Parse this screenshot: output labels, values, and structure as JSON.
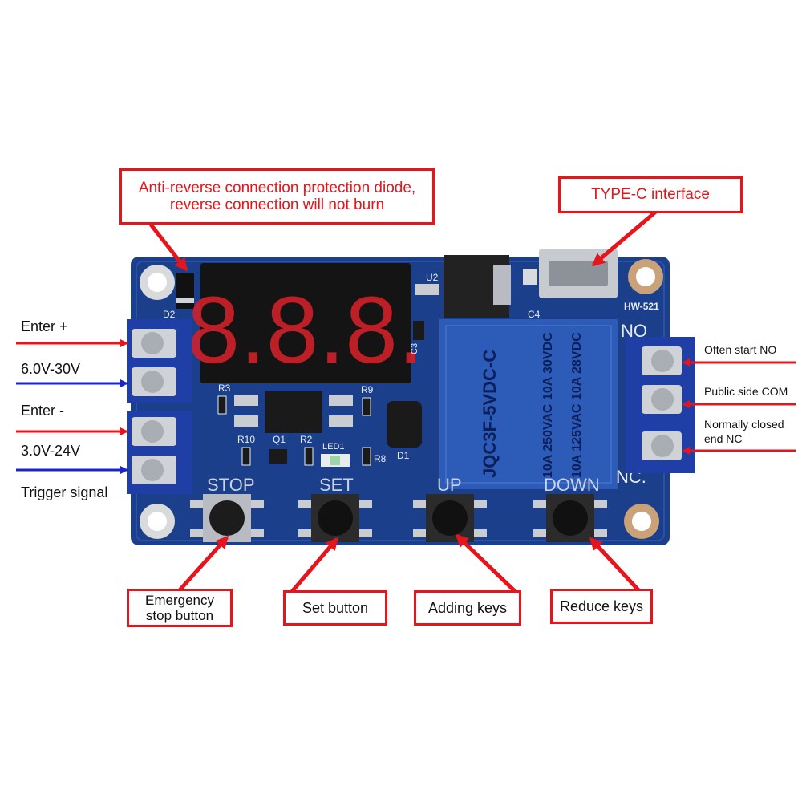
{
  "callouts": {
    "diode_line1": "Anti-reverse connection protection diode,",
    "diode_line2": "reverse connection will not burn",
    "typec": "TYPE-C interface",
    "stop_line1": "Emergency",
    "stop_line2": "stop button",
    "set": "Set button",
    "add": "Adding keys",
    "reduce": "Reduce keys"
  },
  "left_labels": {
    "enter_plus": "Enter +",
    "v1": "6.0V-30V",
    "enter_minus": "Enter -",
    "v2": "3.0V-24V",
    "trigger": "Trigger signal"
  },
  "right_labels": {
    "no": "Often start NO",
    "com": "Public side COM",
    "nc_line1": "Normally closed",
    "nc_line2": "end NC"
  },
  "board": {
    "model": "HW-521",
    "relay_text": [
      "JQC3F-5VDC-C",
      "10A 250VAC 10A 30VDC",
      "10A 125VAC 10A 28VDC"
    ],
    "buttons": [
      "STOP",
      "SET",
      "UP",
      "DOWN"
    ],
    "display": "8.8.8.",
    "silk": {
      "d2": "D2",
      "u2": "U2",
      "c4": "C4",
      "c3": "C3",
      "r3": "R3",
      "r9": "R9",
      "r10": "R10",
      "q1": "Q1",
      "r2": "R2",
      "led1": "LED1",
      "r8": "R8",
      "d1": "D1",
      "no": "NO",
      "nc": "NC."
    }
  },
  "colors": {
    "callout_red": "#e8141b",
    "arrow_red": "#e8141b",
    "arrow_blue": "#1a24c8",
    "board_blue": "#1c3f8c",
    "relay_blue": "#2d5bb8",
    "terminal_blue": "#1f3fa6",
    "display_red": "#d0212a"
  }
}
